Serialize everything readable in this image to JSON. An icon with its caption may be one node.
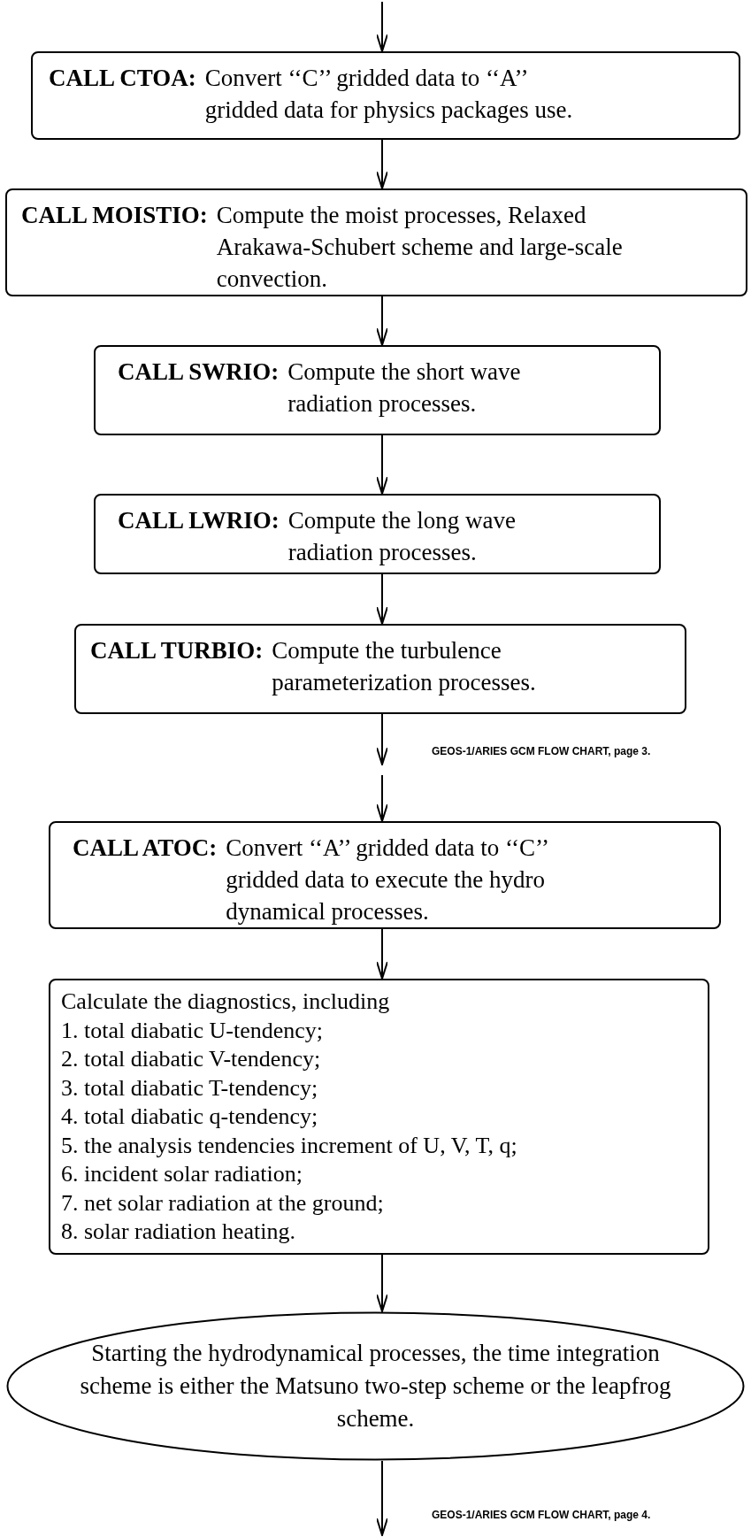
{
  "diagram": {
    "nodes": [
      {
        "text": [
          "CALL CTOA:",
          "Convert ‘‘C’’ gridded data to ‘‘A’’ gridded data for physics packages use."
        ]
      },
      {
        "text": [
          "CALL MOISTIO:",
          "Compute the moist processes, Relaxed Arakawa-Schubert scheme and large-scale convection."
        ]
      },
      {
        "text": [
          "CALL SWRIO:",
          "Compute the short wave radiation processes."
        ]
      },
      {
        "text": [
          "CALL LWRIO:",
          "Compute the long wave radiation processes."
        ]
      },
      {
        "text": [
          "CALL TURBIO:",
          "Compute the turbulence parameterization processes."
        ]
      },
      {
        "text": [
          "CALL ATOC:",
          "Convert ‘‘A’’ gridded data to ‘‘C’’ gridded data to execute the hydro dynamical processes."
        ]
      },
      {
        "text": [
          "Calculate the diagnostics, including",
          "1. total diabatic U-tendency;",
          "2. total diabatic V-tendency;",
          "3. total diabatic T-tendency;",
          "4. total diabatic q-tendency;",
          "5. the analysis tendencies increment of U, V, T, q;",
          "6. incident solar radiation;",
          "7. net solar radiation at the ground;",
          "8. solar radiation heating."
        ]
      },
      {
        "text": [
          "Starting the hydrodynamical processes, the time integration scheme is either the Matsuno two-step scheme or the leapfrog scheme."
        ]
      }
    ],
    "edges": [
      {
        "from": null,
        "to": 0,
        "arrow": "to"
      },
      {
        "from": 0,
        "to": 1,
        "arrow": "to"
      },
      {
        "from": 1,
        "to": 2,
        "arrow": "to"
      },
      {
        "from": 2,
        "to": 3,
        "arrow": "to"
      },
      {
        "from": 3,
        "to": 4,
        "arrow": "to"
      },
      {
        "from": 4,
        "to": null,
        "arrow": "to"
      },
      {
        "from": null,
        "to": 5,
        "arrow": "to"
      },
      {
        "from": 5,
        "to": 6,
        "arrow": "to"
      },
      {
        "from": 6,
        "to": 7,
        "arrow": "to"
      },
      {
        "from": 7,
        "to": null,
        "arrow": "to"
      }
    ],
    "labels": [
      "GEOS-1/ARIES GCM FLOW CHART, page 3.",
      "GEOS-1/ARIES GCM FLOW CHART, page 4."
    ]
  }
}
